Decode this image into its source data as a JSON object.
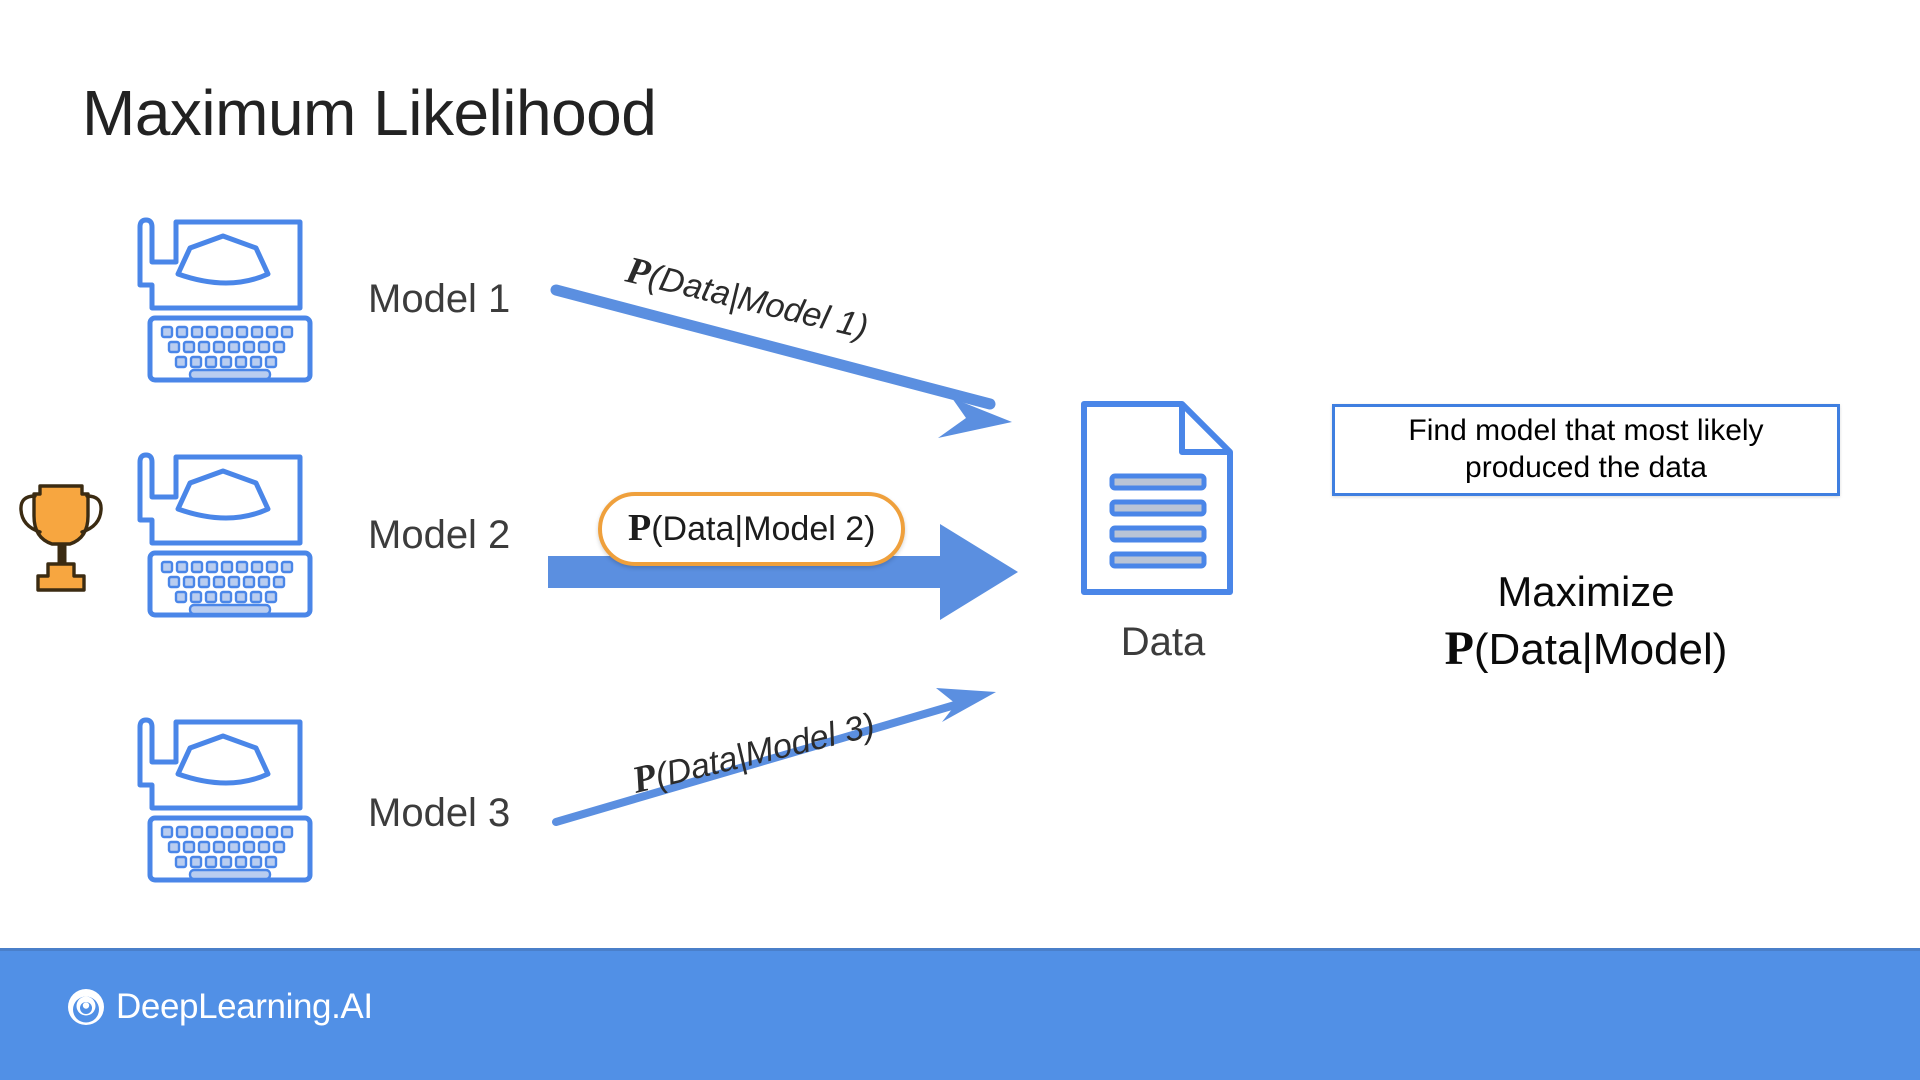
{
  "slide": {
    "title": "Maximum Likelihood",
    "background_color": "#ffffff",
    "accent_blue": "#4a86e8",
    "accent_orange": "#efa03c",
    "text_color": "#3c3c3c"
  },
  "models": [
    {
      "id": "model-1",
      "label": "Model 1",
      "icon": "typewriter-icon",
      "probability_prefix": "P",
      "probability_text": "(Data|Model 1)",
      "arrow_style": "thin-down",
      "highlighted": false
    },
    {
      "id": "model-2",
      "label": "Model 2",
      "icon": "typewriter-icon",
      "probability_prefix": "P",
      "probability_text": "(Data|Model 2)",
      "arrow_style": "thick-block",
      "highlighted": true,
      "award": "trophy-icon"
    },
    {
      "id": "model-3",
      "label": "Model 3",
      "icon": "typewriter-icon",
      "probability_prefix": "P",
      "probability_text": "(Data|Model 3)",
      "arrow_style": "thin-up",
      "highlighted": false
    }
  ],
  "data_node": {
    "label": "Data",
    "icon": "document-icon",
    "line_count": 4
  },
  "callout": {
    "line1": "Find model that most likely",
    "line2": "produced the data",
    "border_color": "#3f7fe0"
  },
  "maximize": {
    "word": "Maximize",
    "formula_prefix": "P",
    "formula_text": "(Data|Model)"
  },
  "footer": {
    "brand": "DeepLearning.AI",
    "logo": "deeplearning-spiral-icon",
    "background_color": "#5190e6"
  }
}
